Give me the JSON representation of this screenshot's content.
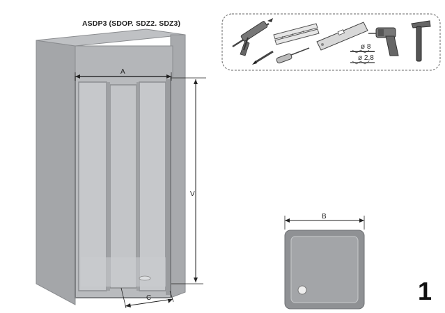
{
  "title": "ASDP3 (SDOP. SDZ2. SDZ3)",
  "dimensions": {
    "a": "A",
    "v": "V",
    "c": "C",
    "b": "B"
  },
  "tools": {
    "drill_bit_large": "ø 8",
    "drill_bit_small": "ø 2,8",
    "items": [
      "silicone-gun-icon",
      "folding-ruler-icon",
      "spirit-level-icon",
      "drill-icon",
      "hammer-icon",
      "pencil-icon",
      "screwdriver-icon",
      "drill-bits-icon"
    ]
  },
  "page_number": "1",
  "colors": {
    "line": "#222222",
    "enclosure_gray": "#a8aaad",
    "tray_gray": "#9a9c9f"
  }
}
